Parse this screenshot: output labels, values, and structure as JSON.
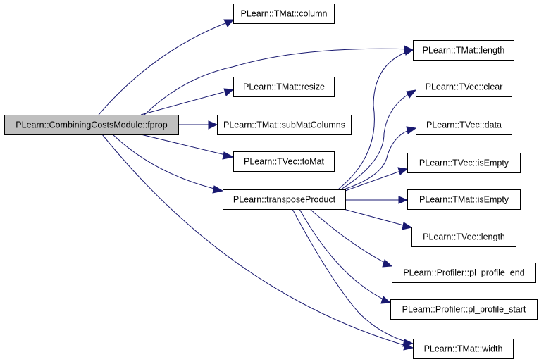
{
  "graph": {
    "nodes": [
      {
        "id": "fprop",
        "label": "PLearn::CombiningCostsModule::fprop",
        "root": true
      },
      {
        "id": "column",
        "label": "PLearn::TMat::column"
      },
      {
        "id": "mlength",
        "label": "PLearn::TMat::length"
      },
      {
        "id": "resize",
        "label": "PLearn::TMat::resize"
      },
      {
        "id": "clear",
        "label": "PLearn::TVec::clear"
      },
      {
        "id": "subMatColumns",
        "label": "PLearn::TMat::subMatColumns"
      },
      {
        "id": "data",
        "label": "PLearn::TVec::data"
      },
      {
        "id": "toMat",
        "label": "PLearn::TVec::toMat"
      },
      {
        "id": "visEmpty",
        "label": "PLearn::TVec::isEmpty"
      },
      {
        "id": "transposeProduct",
        "label": "PLearn::transposeProduct"
      },
      {
        "id": "misEmpty",
        "label": "PLearn::TMat::isEmpty"
      },
      {
        "id": "vlength",
        "label": "PLearn::TVec::length"
      },
      {
        "id": "profEnd",
        "label": "PLearn::Profiler::pl_profile_end"
      },
      {
        "id": "profStart",
        "label": "PLearn::Profiler::pl_profile_start"
      },
      {
        "id": "width",
        "label": "PLearn::TMat::width"
      }
    ],
    "edges": [
      {
        "from": "fprop",
        "to": "column"
      },
      {
        "from": "fprop",
        "to": "mlength"
      },
      {
        "from": "fprop",
        "to": "resize"
      },
      {
        "from": "fprop",
        "to": "subMatColumns"
      },
      {
        "from": "fprop",
        "to": "toMat"
      },
      {
        "from": "fprop",
        "to": "transposeProduct"
      },
      {
        "from": "fprop",
        "to": "width"
      },
      {
        "from": "transposeProduct",
        "to": "mlength"
      },
      {
        "from": "transposeProduct",
        "to": "clear"
      },
      {
        "from": "transposeProduct",
        "to": "data"
      },
      {
        "from": "transposeProduct",
        "to": "visEmpty"
      },
      {
        "from": "transposeProduct",
        "to": "misEmpty"
      },
      {
        "from": "transposeProduct",
        "to": "vlength"
      },
      {
        "from": "transposeProduct",
        "to": "profEnd"
      },
      {
        "from": "transposeProduct",
        "to": "profStart"
      },
      {
        "from": "transposeProduct",
        "to": "width"
      }
    ],
    "colors": {
      "edge": "#191970",
      "root_fill": "#bfbfbf",
      "node_fill": "#ffffff",
      "node_border": "#000000"
    }
  }
}
